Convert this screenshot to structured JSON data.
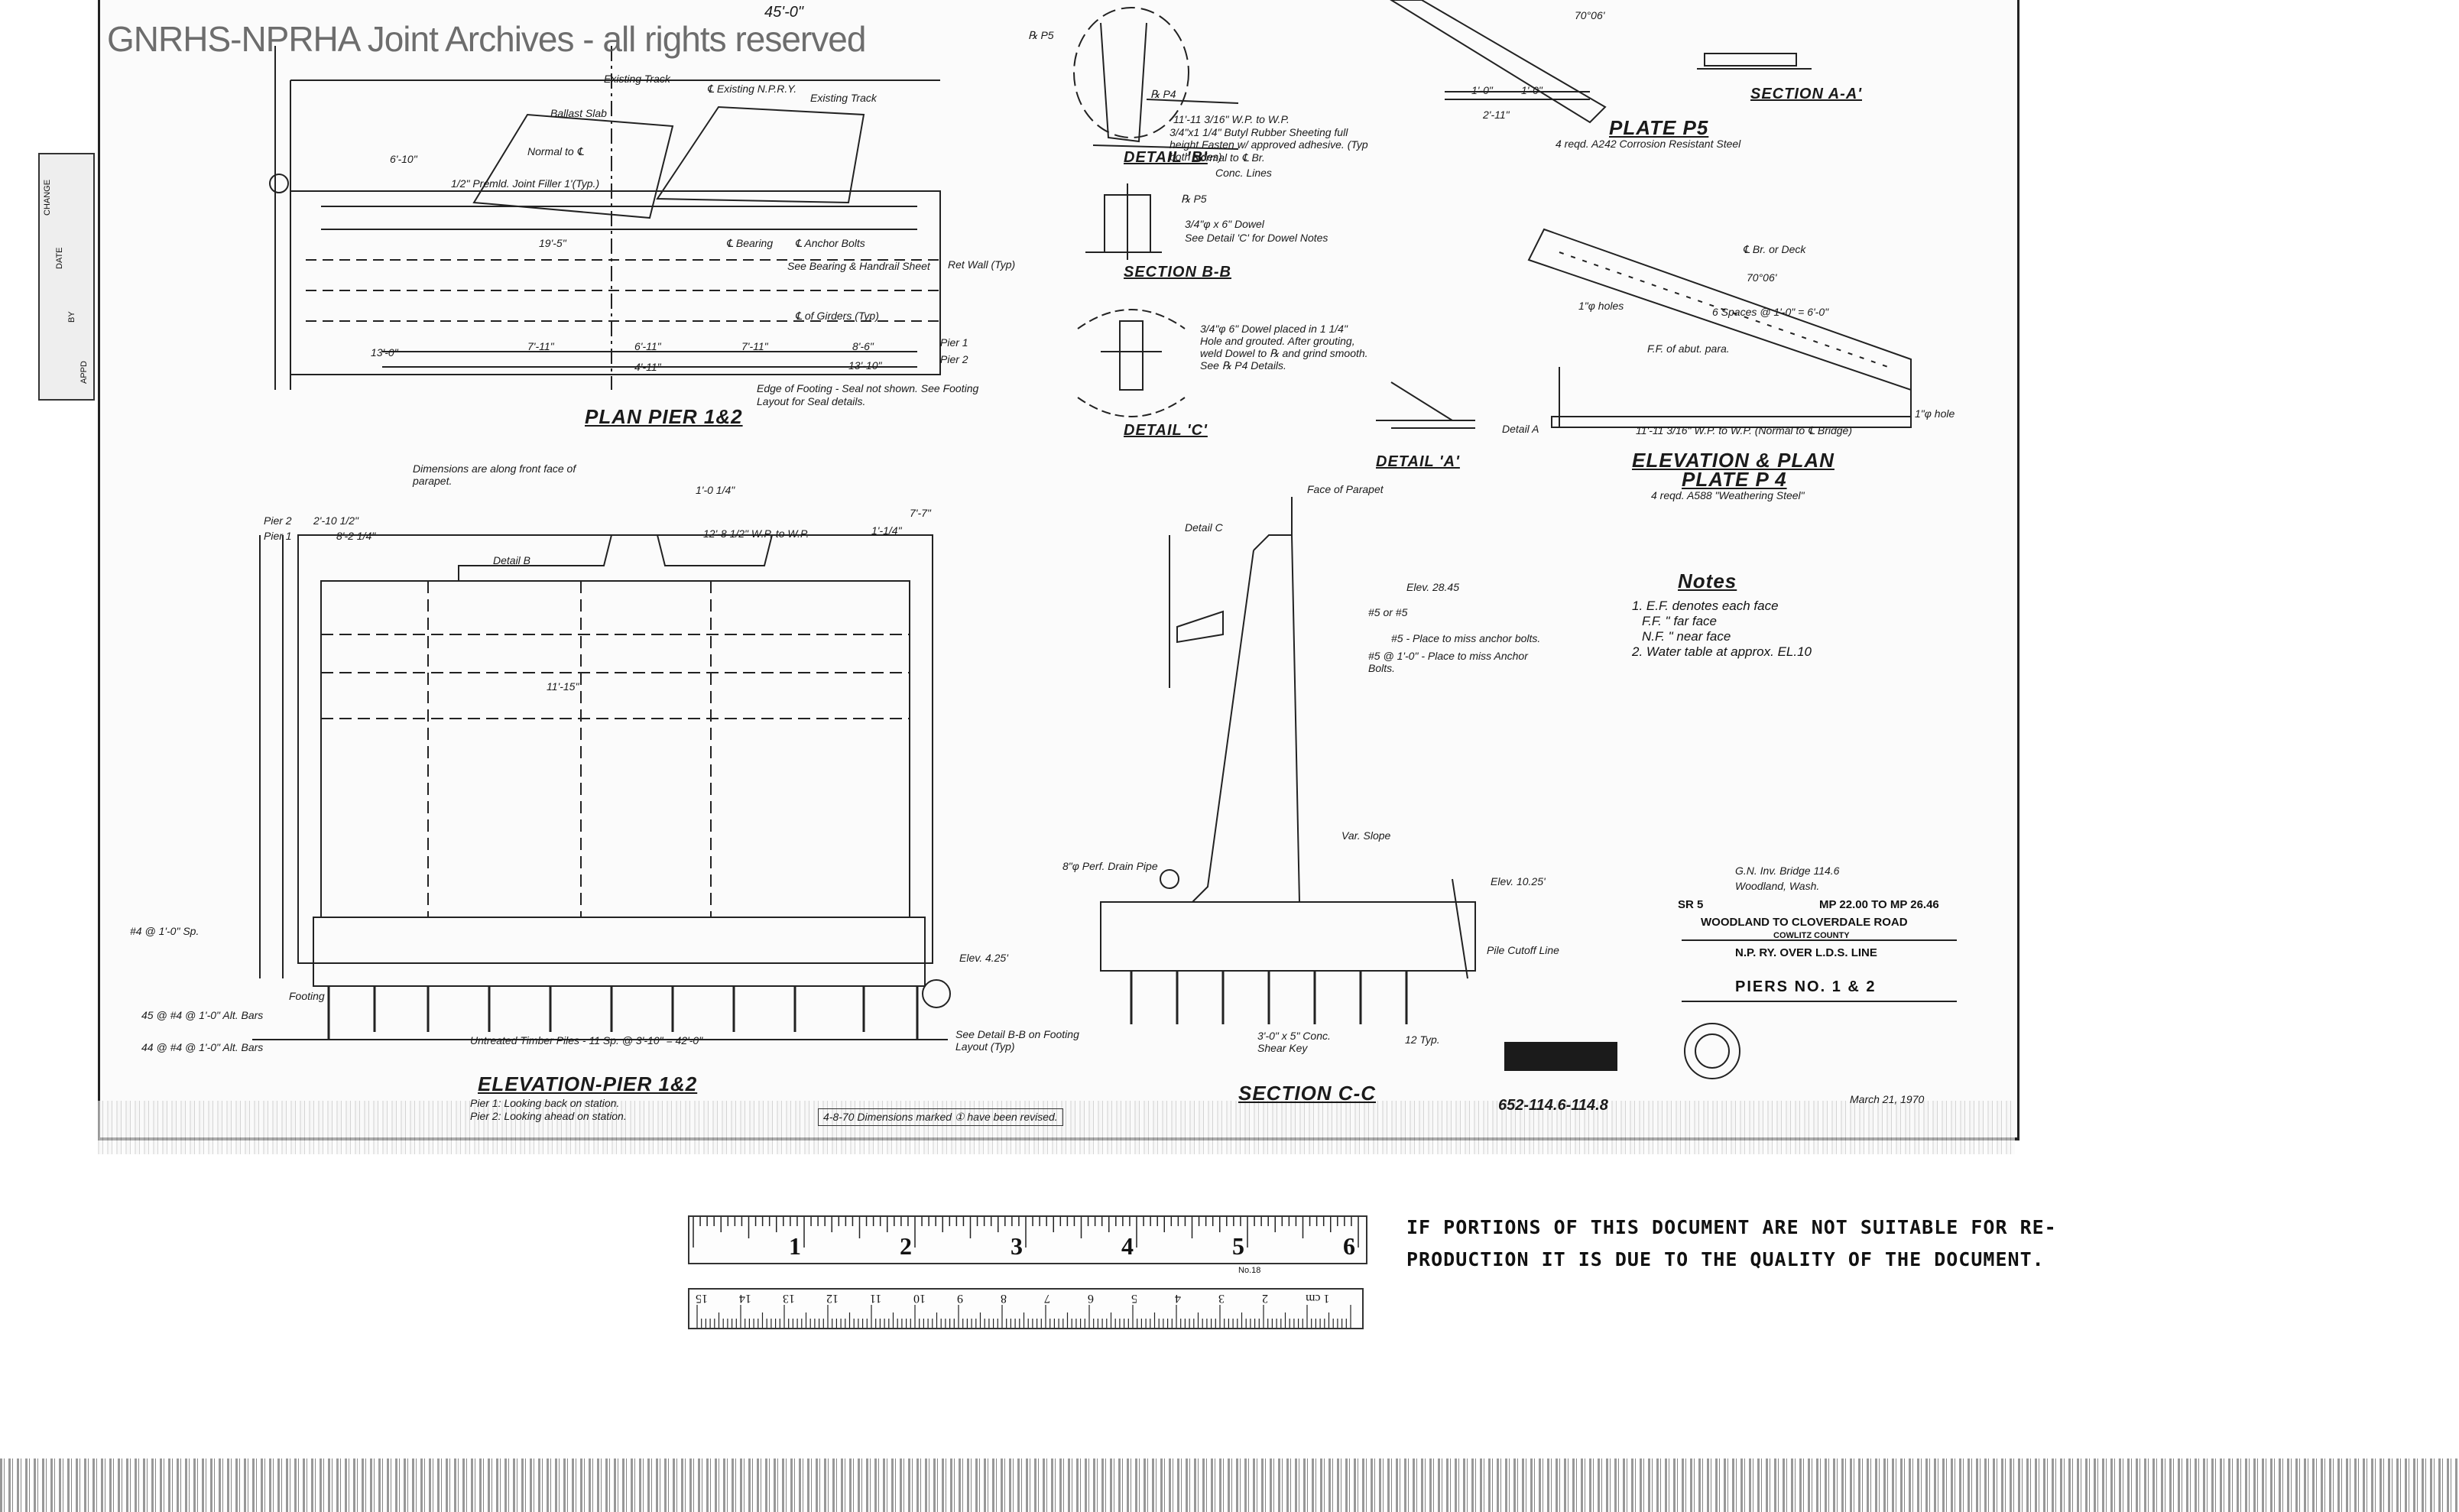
{
  "watermark": "GNRHS-NPRHA Joint Archives - all rights reserved",
  "plan_pier": {
    "title": "PLAN PIER 1&2",
    "top_dim": "45'-0\"",
    "labels": [
      "Existing Track",
      "℄ Existing N.P.R.Y.",
      "Existing Track",
      "Ballast Slab",
      "℄ Bearing",
      "℄ Anchor Bolts",
      "See Bearing & Handrail Sheet",
      "℄ of Girders (Typ)",
      "Ret Wall (Typ)",
      "Edge of Footing - Seal not shown. See Footing Layout for Seal details.",
      "Pier 1",
      "Pier 2",
      "1/2\" Premld. Joint Filler 1'(Typ.)",
      "Normal to ℄"
    ],
    "dims": [
      "6'-10\"",
      "19'-5\"",
      "13'-0\"",
      "7'-11\"",
      "6'-11\"",
      "4'-11\"",
      "7'-11\"",
      "8'-6\"",
      "13'-10\""
    ]
  },
  "detail_b": {
    "title": "DETAIL 'B'",
    "labels": [
      "3/4\"x1 1/4\" Butyl Rubber Sheeting full height Fasten w/ approved adhesive. (Typ both sides)",
      "Conc. Lines",
      "11'-11 3/16\" W.P. to W.P.",
      "Normal to ℄ Br.",
      "℞ P5",
      "℞ P4"
    ]
  },
  "section_bb": {
    "title": "SECTION B-B",
    "labels": [
      "℞ P5",
      "3/4\"φ x 6\" Dowel",
      "See Detail 'C' for Dowel Notes"
    ]
  },
  "detail_c": {
    "title": "DETAIL 'C'",
    "note": "3/4\"φ 6\" Dowel placed in 1 1/4\" Hole and grouted. After grouting, weld Dowel to ℞ and grind smooth. See ℞ P4 Details."
  },
  "detail_a": {
    "title": "DETAIL 'A'"
  },
  "plate_p5": {
    "title": "PLATE P5",
    "spec": "4 reqd. A242 Corrosion Resistant Steel",
    "dims": [
      "70°06'",
      "2'-11\"",
      "1'-0\"",
      "1'-0\""
    ]
  },
  "section_aa": {
    "title": "SECTION A-A'"
  },
  "plate_p4": {
    "title_1": "ELEVATION & PLAN",
    "title_2": "PLATE P 4",
    "spec": "4 reqd. A588 \"Weathering Steel\"",
    "labels": [
      "℄ Br. or Deck",
      "70°06'",
      "F.F. of abut. para.",
      "1\"φ holes",
      "1\"φ hole",
      "11'-11 3/16\" W.P. to W.P. (Normal to ℄ Bridge)",
      "6 Spaces @ 1'-0\" = 6'-0\"",
      "Detail A"
    ]
  },
  "notes": {
    "title": "Notes",
    "items": [
      "1. E.F. denotes each face",
      "F.F. \" far face",
      "N.F. \" near face",
      "2. Water table at approx. EL.10"
    ]
  },
  "elevation_pier": {
    "title": "ELEVATION-PIER 1&2",
    "subtitle_1": "Pier 1: Looking back on station.",
    "subtitle_2": "Pier 2: Looking ahead on station.",
    "labels": [
      "Dimensions are along front face of parapet.",
      "Detail B",
      "Pier 2",
      "Pier 1",
      "Untreated Timber Piles - 11 Sp. @ 3'-10\" = 42'-0\"",
      "Elev. 4.25'",
      "See Detail B-B on Footing Layout (Typ)",
      "45 @ #4 @ 1'-0\" Alt. Bars",
      "44 @ #4 @ 1'-0\" Alt. Bars",
      "#4 @ 1'-0\" Sp.",
      "Footing"
    ],
    "dims": [
      "2'-10 1/2\"",
      "8'-2 1/4\"",
      "1'-0 1/4\"",
      "7'-7\"",
      "1'-1/4\"",
      "12'-8 1/2\" W.P. to W.P.",
      "11'-15\""
    ]
  },
  "section_cc": {
    "title": "SECTION C-C",
    "labels": [
      "Face of Parapet",
      "Detail C",
      "Elev. 28.45",
      "#5 or #5",
      "#5 - Place to miss anchor bolts.",
      "#5 @ 1'-0\" - Place to miss Anchor Bolts.",
      "8\"φ Perf. Drain Pipe",
      "Elev. 10.25'",
      "Pile Cutoff Line",
      "3'-0\" x 5\" Conc. Shear Key",
      "12 Typ.",
      "Var. Slope"
    ]
  },
  "title_block": {
    "line1": "G.N. Inv. Bridge 114.6",
    "line2": "Woodland, Wash.",
    "route": "SR 5",
    "mp": "MP 22.00 TO MP 26.46",
    "project": "WOODLAND TO CLOVERDALE ROAD",
    "county": "COWLITZ COUNTY",
    "crossing": "N.P. RY. OVER L.D.S. LINE",
    "sheet_title": "PIERS NO. 1 & 2",
    "drawing_no": "652-114.6-114.8",
    "date": "March 21, 1970",
    "revision_note": "4-8-70 Dimensions marked ① have been revised."
  },
  "side_table": {
    "rows": [
      "CHANGE",
      "DATE",
      "BY",
      "APPD"
    ]
  },
  "ruler": {
    "inches": [
      "1",
      "2",
      "3",
      "4",
      "5",
      "6"
    ],
    "cm": [
      "15",
      "14",
      "13",
      "12",
      "11",
      "10",
      "9",
      "8",
      "7",
      "6",
      "5",
      "4",
      "3",
      "2",
      "1 cm"
    ],
    "model": "No.18"
  },
  "disclaimer": {
    "line1": "IF PORTIONS OF THIS DOCUMENT ARE NOT SUITABLE FOR RE-",
    "line2": "PRODUCTION IT IS DUE TO THE QUALITY OF THE DOCUMENT."
  }
}
